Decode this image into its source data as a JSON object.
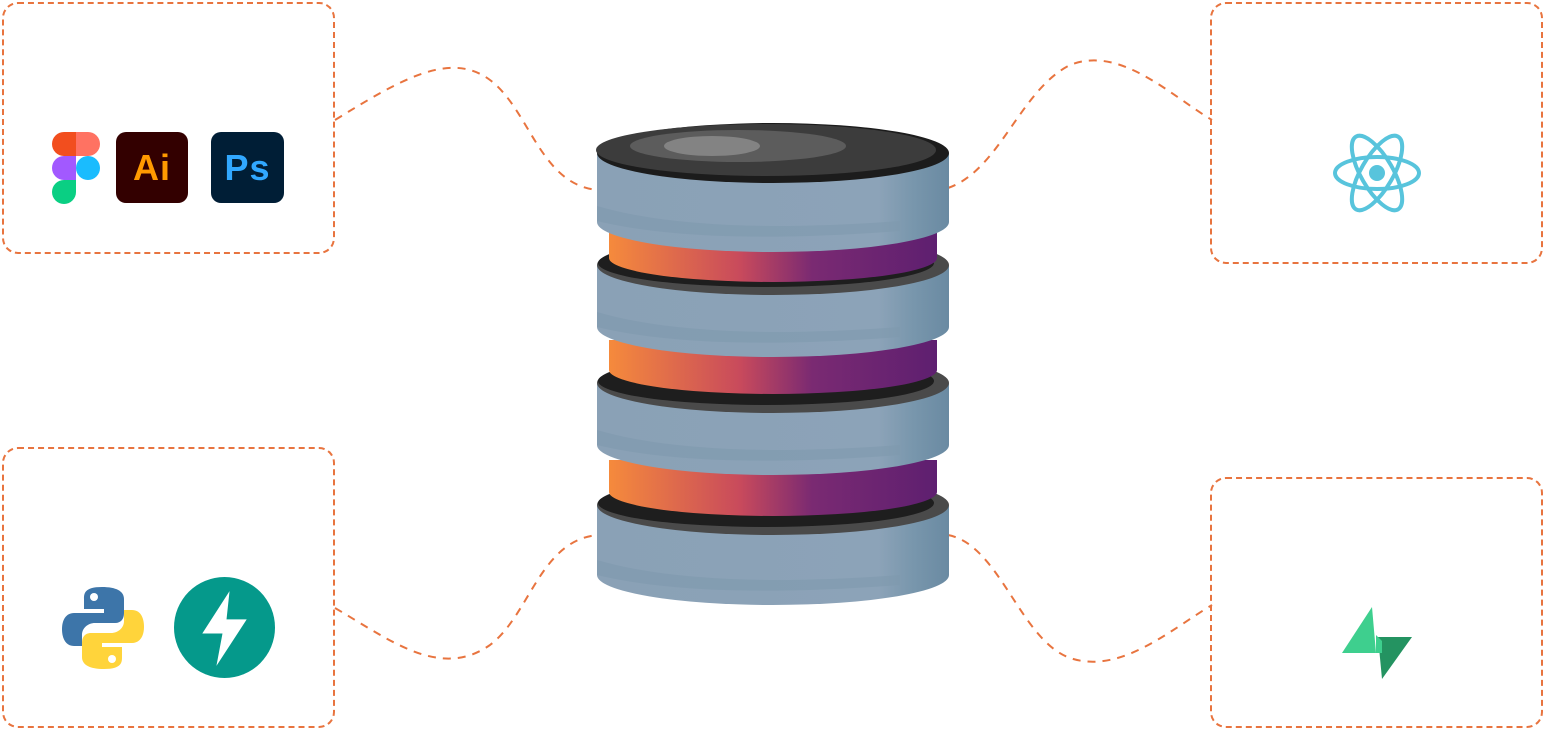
{
  "diagram": {
    "central_node": "database-stack",
    "connector_color": "#e8743f",
    "groups": [
      {
        "id": "design-tools",
        "icons": [
          "figma-icon",
          "adobe-illustrator-icon",
          "adobe-photoshop-icon"
        ]
      },
      {
        "id": "frontend",
        "icons": [
          "react-icon"
        ]
      },
      {
        "id": "backend",
        "icons": [
          "python-icon",
          "fastapi-icon"
        ]
      },
      {
        "id": "database-service",
        "icons": [
          "supabase-icon"
        ]
      }
    ]
  },
  "icons": {
    "illustrator_label": "Ai",
    "photoshop_label": "Ps"
  },
  "colors": {
    "illustrator_bg": "#330000",
    "illustrator_fg": "#ff9a00",
    "photoshop_bg": "#001e36",
    "photoshop_fg": "#31a8ff",
    "react": "#58c4dc",
    "fastapi": "#05998b",
    "supabase": "#3ecf8e",
    "db_body": "#8ca3b8",
    "db_band_start": "#f58a3c",
    "db_band_end": "#5e1f70"
  }
}
